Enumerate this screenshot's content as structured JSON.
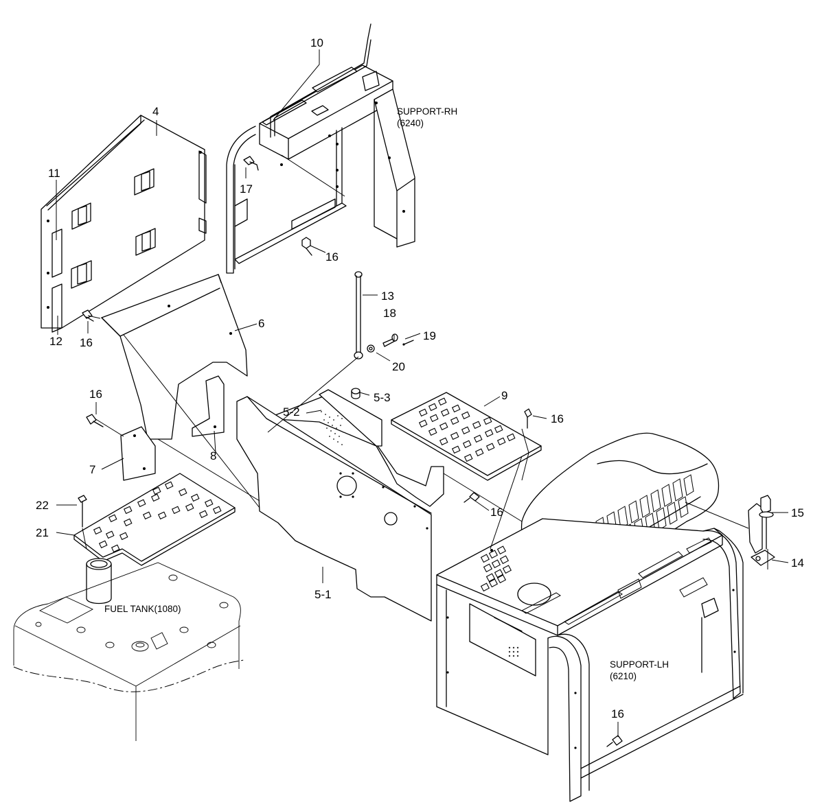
{
  "labels": {
    "p4": "4",
    "p5_1": "5-1",
    "p5_2": "5-2",
    "p5_3": "5-3",
    "p6": "6",
    "p7": "7",
    "p8": "8",
    "p9": "9",
    "p10": "10",
    "p11": "11",
    "p12": "12",
    "p13": "13",
    "p14": "14",
    "p15": "15",
    "p16": "16",
    "p17": "17",
    "p18": "18",
    "p19": "19",
    "p20": "20",
    "p21": "21",
    "p22": "22"
  },
  "refs": {
    "support_rh": "SUPPORT-RH",
    "support_rh_code": "(6240)",
    "support_lh": "SUPPORT-LH",
    "support_lh_code": "(6210)",
    "fuel_tank": "FUEL TANK(1080)"
  }
}
